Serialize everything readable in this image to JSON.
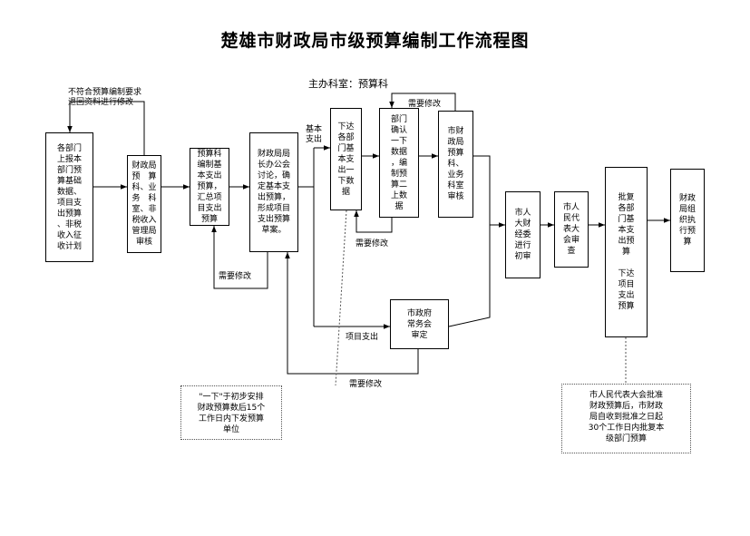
{
  "diagram": {
    "title": "楚雄市财政局市级预算编制工作流程图",
    "owner": "主办科室：预算科",
    "boxes": {
      "b1": "各部门\n上报本\n部门预\n算基础\n数据、\n项目支\n出预算\n、非税\n收入征\n收计划",
      "b2": "财政局\n预　算\n科、业\n务　科\n室、非\n税收入\n管理局\n审核",
      "b3": "预算科\n编制基\n本支出\n预算，\n汇总项\n目支出\n预算",
      "b4": "财政局局\n长办公会\n讨论，确\n定基本支\n出预算，\n形成项目\n支出预算\n草案。",
      "b5": "下达\n各部\n门基\n本支\n出一\n下数\n据",
      "b6": "部门\n确认\n一下\n数据\n，编\n制预\n算二\n上数\n据",
      "b7": "市财\n政局\n预算\n科、\n业务\n科室\n审核",
      "b8": "市人\n大财\n经委\n进行\n初审",
      "b9": "市人\n民代\n表大\n会审\n查",
      "b10": "批复\n各部\n门基\n本支\n出预\n算\n\n下达\n项目\n支出\n预算",
      "b11": "财政\n局组\n织执\n行预\n算",
      "b12": "市政府\n常务会\n审定"
    },
    "labels": {
      "reject_top": "不符合预算编制要求\n退回资料进行修改",
      "modify_top": "需要修改",
      "basic": "基本\n支出",
      "modify_b3": "需要修改",
      "modify_b5": "需要修改",
      "project": "项目支出",
      "modify_bottom": "需要修改"
    },
    "notes": {
      "n1": "\"一下\"于初步安排\n财政预算数后15个\n工作日内下发预算\n单位",
      "n2": "市人民代表大会批准\n财政预算后，市财政\n局自收到批准之日起\n30个工作日内批复本\n级部门预算"
    }
  }
}
